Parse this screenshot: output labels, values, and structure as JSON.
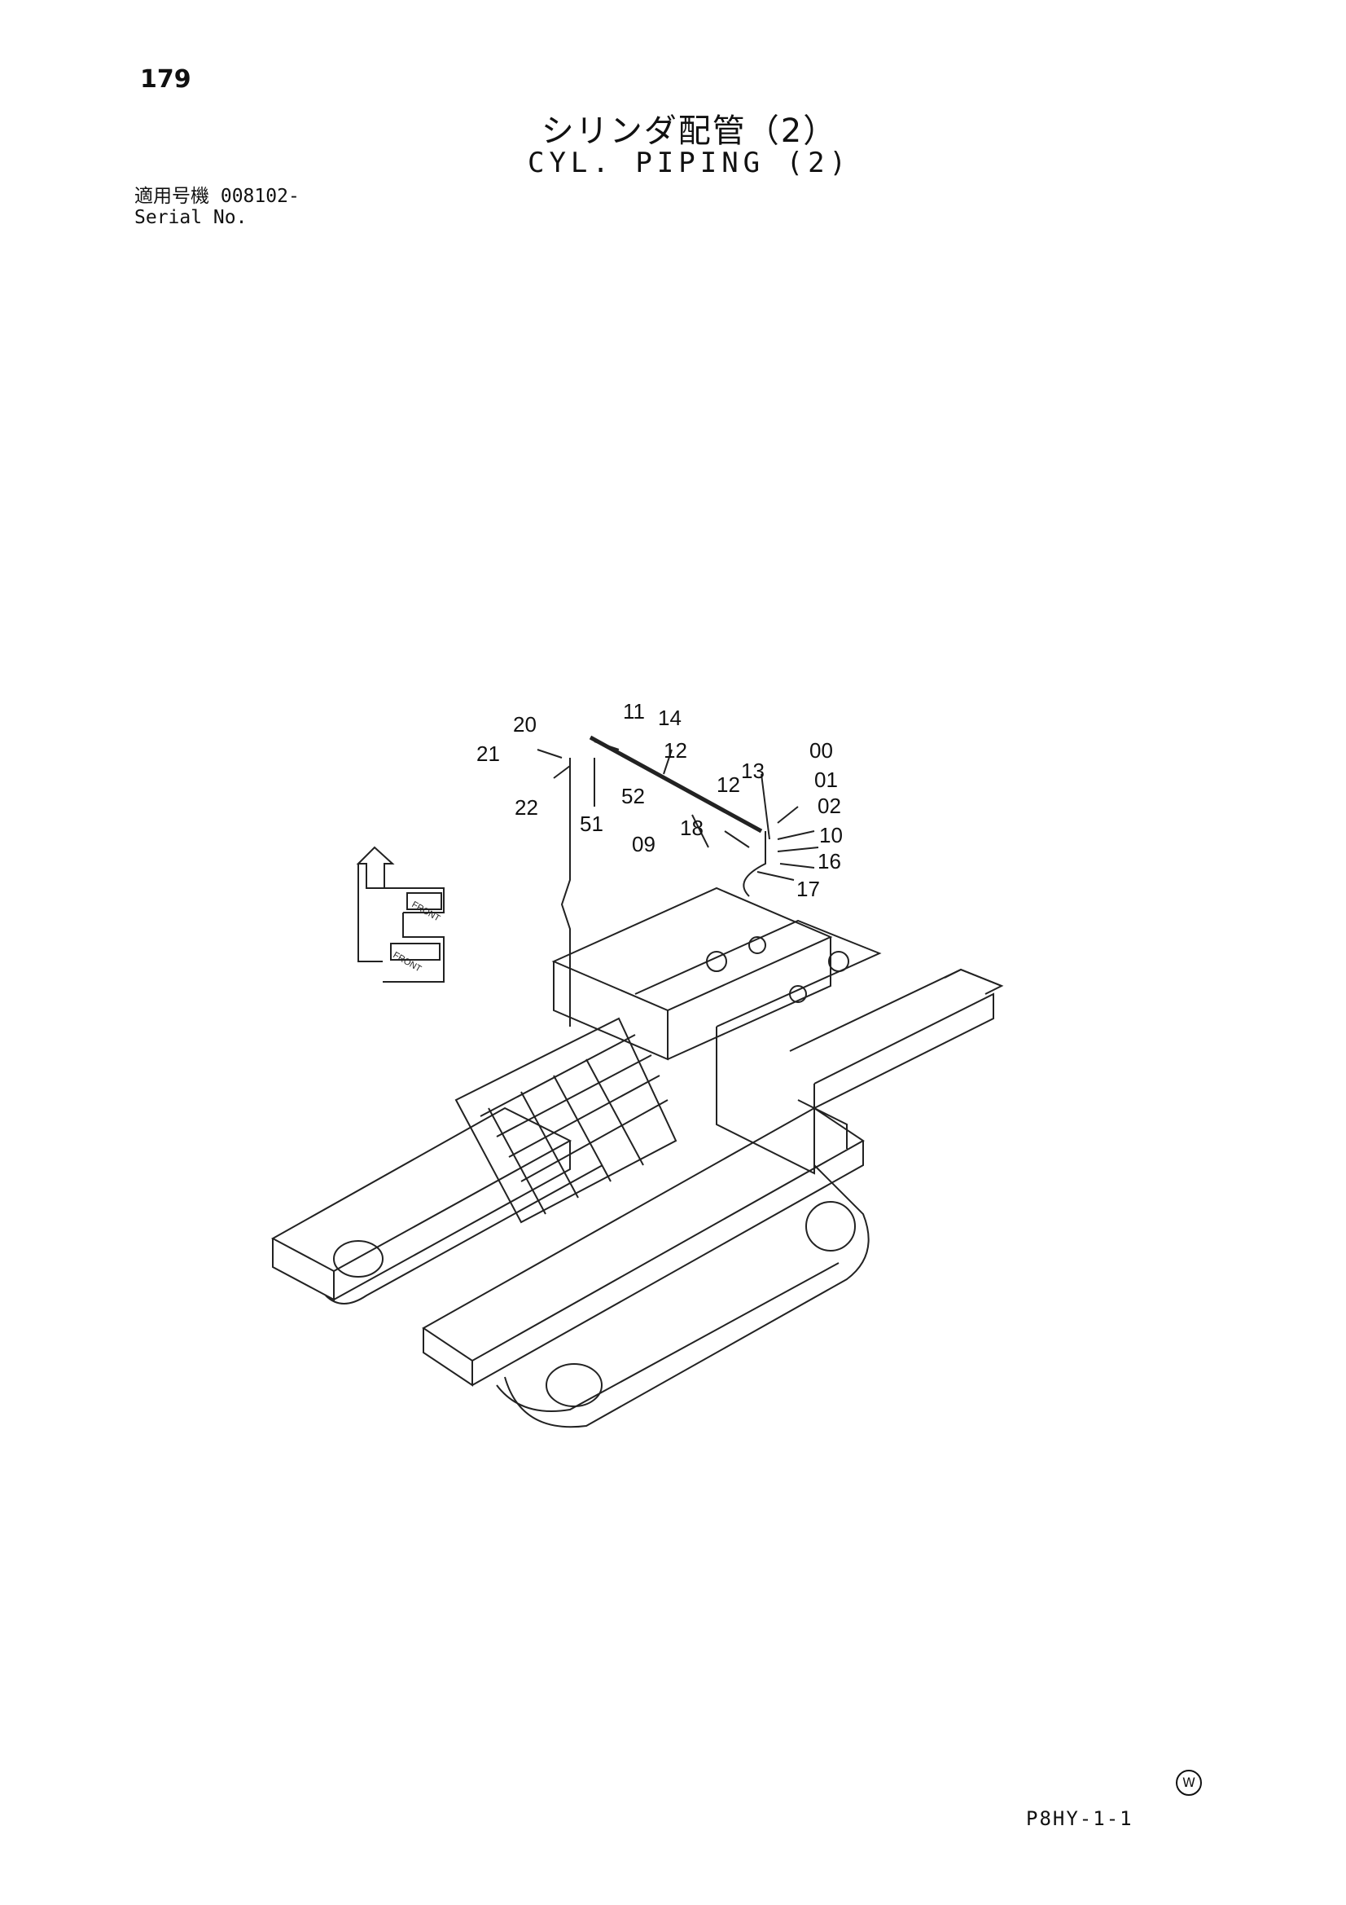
{
  "page": {
    "number": "179",
    "title_jp": "シリンダ配管（2）",
    "title_en": "CYL. PIPING (2)",
    "serial_label_jp": "適用号機",
    "serial_value": "008102-",
    "serial_label_en": "Serial No.",
    "code": "P8HY-1-1",
    "mark": "W"
  },
  "callouts": [
    "20",
    "11",
    "14",
    "21",
    "12",
    "22",
    "52",
    "51",
    "09",
    "13",
    "00",
    "12",
    "01",
    "02",
    "18",
    "10",
    "16",
    "17"
  ],
  "direction_labels": [
    "FRONT",
    "FRONT"
  ]
}
